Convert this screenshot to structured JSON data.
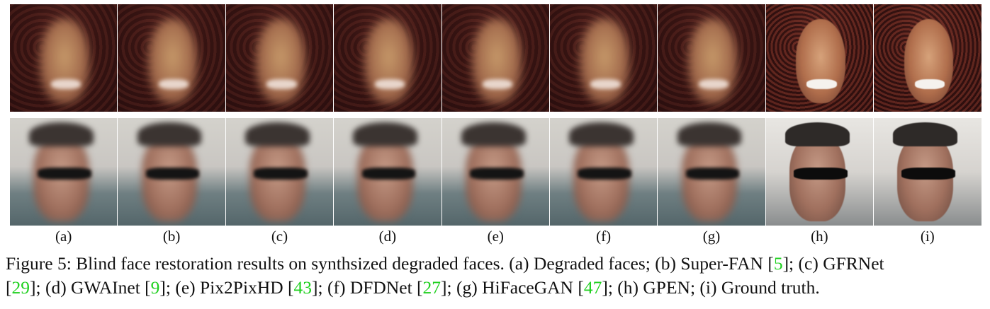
{
  "panels": [
    {
      "label": "(a)",
      "method": "Degraded faces"
    },
    {
      "label": "(b)",
      "method": "Super-FAN"
    },
    {
      "label": "(c)",
      "method": "GFRNet"
    },
    {
      "label": "(d)",
      "method": "GWAInet"
    },
    {
      "label": "(e)",
      "method": "Pix2PixHD"
    },
    {
      "label": "(f)",
      "method": "DFDNet"
    },
    {
      "label": "(g)",
      "method": "HiFaceGAN"
    },
    {
      "label": "(h)",
      "method": "GPEN"
    },
    {
      "label": "(i)",
      "method": "Ground truth"
    }
  ],
  "caption": {
    "prefix": "Figure 5: Blind face restoration results on synthsized degraded faces. (a) Degraded faces; (b) Super-FAN [",
    "c1": "5",
    "t1": "]; (c) GFRNet",
    "t1b": "[",
    "c2": "29",
    "t2": "]; (d) GWAInet [",
    "c3": "9",
    "t3": "]; (e) Pix2PixHD [",
    "c4": "43",
    "t4": "]; (f) DFDNet [",
    "c5": "27",
    "t5": "]; (g) HiFaceGAN [",
    "c6": "47",
    "t6": "]; (h) GPEN; (i) Ground truth."
  }
}
